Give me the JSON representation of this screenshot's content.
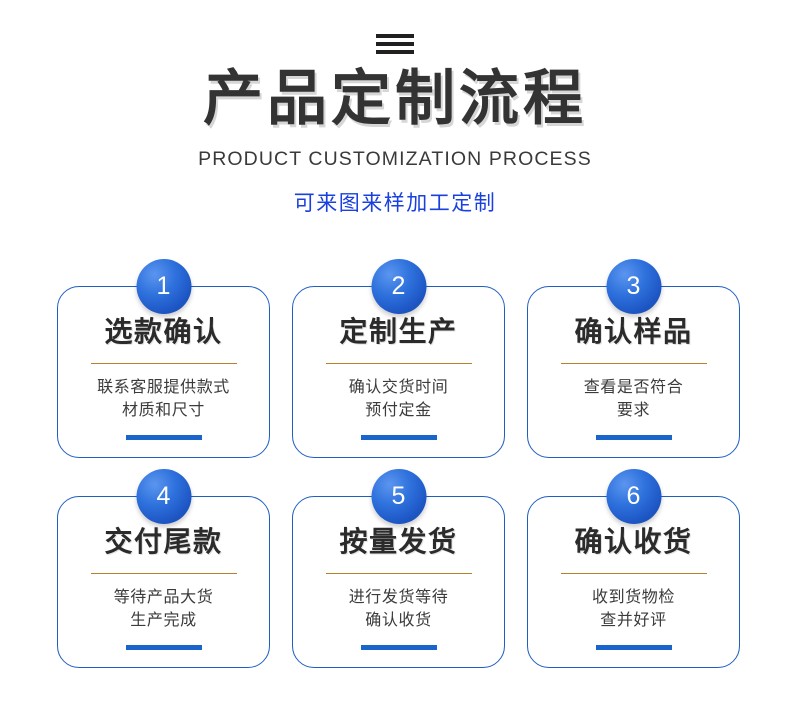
{
  "header": {
    "decor_icon": "hamburger-bars-icon",
    "title_cn": "产品定制流程",
    "title_en": "PRODUCT CUSTOMIZATION PROCESS",
    "tagline_cn": "可来图来样加工定制"
  },
  "colors": {
    "badge_blue": "#1d56c4",
    "card_border_blue": "#1f5fc2",
    "divider_gold": "#b5822a",
    "bar_blue": "#1a65cc",
    "tagline_blue": "#1a40dd",
    "title_gray": "#333333",
    "background": "#ffffff"
  },
  "steps": [
    {
      "number": "1",
      "title": "选款确认",
      "desc_line1": "联系客服提供款式",
      "desc_line2": "材质和尺寸"
    },
    {
      "number": "2",
      "title": "定制生产",
      "desc_line1": "确认交货时间",
      "desc_line2": "预付定金"
    },
    {
      "number": "3",
      "title": "确认样品",
      "desc_line1": "查看是否符合",
      "desc_line2": "要求"
    },
    {
      "number": "4",
      "title": "交付尾款",
      "desc_line1": "等待产品大货",
      "desc_line2": "生产完成"
    },
    {
      "number": "5",
      "title": "按量发货",
      "desc_line1": "进行发货等待",
      "desc_line2": "确认收货"
    },
    {
      "number": "6",
      "title": "确认收货",
      "desc_line1": "收到货物检",
      "desc_line2": "查并好评"
    }
  ]
}
